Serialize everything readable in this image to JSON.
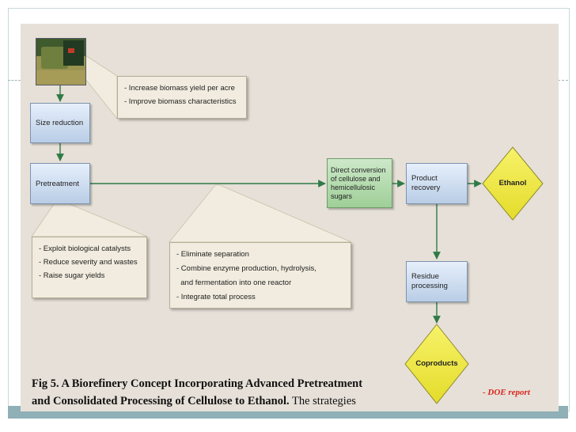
{
  "diagram": {
    "boxes": {
      "size_reduction": "Size reduction",
      "pretreatment": "Pretreatment",
      "direct_conversion": "Direct conversion of cellulose and hemicellulosic sugars",
      "product_recovery": "Product recovery",
      "residue_processing": "Residue processing"
    },
    "outputs": {
      "ethanol": "Ethanol",
      "coproducts": "Coproducts"
    },
    "callouts": {
      "biomass": [
        "- Increase biomass yield per acre",
        "- Improve biomass characteristics"
      ],
      "pretreatment": [
        "- Exploit biological catalysts",
        "- Reduce severity and wastes",
        "- Raise sugar yields"
      ],
      "consolidated": [
        "- Eliminate separation",
        "- Combine enzyme production, hydrolysis,",
        "  and fermentation into one reactor",
        "- Integrate total process"
      ]
    },
    "colors": {
      "process_box": "#b9cde6",
      "conversion_box": "#9fcf98",
      "diamond": "#f2ec3c",
      "arrow": "#2f7a46",
      "callout_bg": "#f1ecdf"
    }
  },
  "caption": {
    "line1": "Fig 5. A Biorefinery Concept Incorporating Advanced Pretreatment",
    "line2_bold": "and Consolidated Processing of Cellulose to Ethanol.",
    "line2_rest": " The strategies"
  },
  "credit": "- DOE report"
}
